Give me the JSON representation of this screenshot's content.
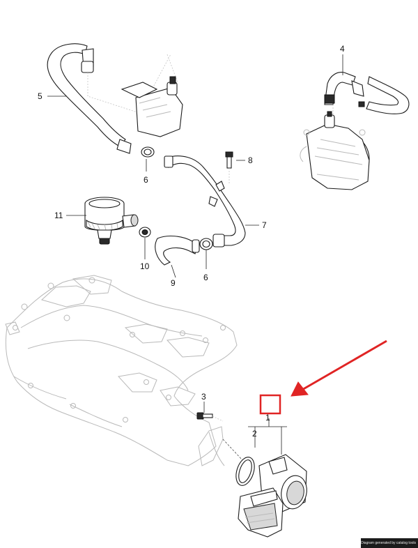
{
  "callouts": {
    "c1": "1",
    "c2": "2",
    "c3": "3",
    "c4": "4",
    "c5": "5",
    "c6a": "6",
    "c6b": "6",
    "c7": "7",
    "c8": "8",
    "c9": "9",
    "c10": "10",
    "c11": "11"
  },
  "footer_text": "Diagram generated by catalog tools",
  "colors": {
    "highlight": "#e02424",
    "ink": "#1a1a1a",
    "ghost": "#b9b9b9"
  }
}
